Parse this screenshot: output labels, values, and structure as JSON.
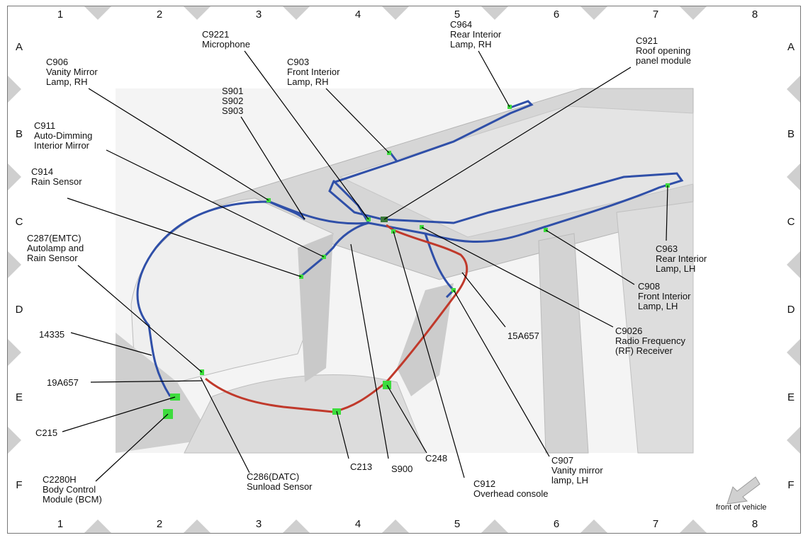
{
  "grid": {
    "columns": [
      "1",
      "2",
      "3",
      "4",
      "5",
      "6",
      "7",
      "8"
    ],
    "rows": [
      "A",
      "B",
      "C",
      "D",
      "E",
      "F"
    ]
  },
  "labels": {
    "c9221": {
      "id": "C9221",
      "desc": "Microphone"
    },
    "c964": {
      "id": "C964",
      "desc1": "Rear Interior",
      "desc2": "Lamp, RH"
    },
    "c921": {
      "id": "C921",
      "desc1": "Roof opening",
      "desc2": "panel module"
    },
    "c906": {
      "id": "C906",
      "desc1": "Vanity Mirror",
      "desc2": "Lamp, RH"
    },
    "c903": {
      "id": "C903",
      "desc1": "Front Interior",
      "desc2": "Lamp, RH"
    },
    "s90x": {
      "l1": "S901",
      "l2": "S902",
      "l3": "S903"
    },
    "c911": {
      "id": "C911",
      "desc1": "Auto-Dimming",
      "desc2": "Interior Mirror"
    },
    "c914": {
      "id": "C914",
      "desc": "Rain Sensor"
    },
    "c287": {
      "id": "C287",
      "suffix": "(EMTC)",
      "desc1": "Autolamp and",
      "desc2": "Rain Sensor"
    },
    "c963": {
      "id": "C963",
      "desc1": "Rear Interior",
      "desc2": "Lamp, LH"
    },
    "c908": {
      "id": "C908",
      "desc1": "Front Interior",
      "desc2": "Lamp, LH"
    },
    "p14335": {
      "id": "14335"
    },
    "p15a657": {
      "id": "15A657"
    },
    "c9026": {
      "id": "C9026",
      "desc1": "Radio Frequency",
      "desc2": "(RF) Receiver"
    },
    "p19a657": {
      "id": "19A657"
    },
    "c215": {
      "id": "C215"
    },
    "c2280h": {
      "id": "C2280H",
      "desc1": "Body Control",
      "desc2": "Module (BCM)"
    },
    "c286": {
      "id": "C286",
      "suffix": "(DATC)",
      "desc": "Sunload Sensor"
    },
    "c213": {
      "id": "C213"
    },
    "s900": {
      "id": "S900"
    },
    "c248": {
      "id": "C248"
    },
    "c912": {
      "id": "C912",
      "desc": "Overhead console"
    },
    "c907": {
      "id": "C907",
      "desc1": "Vanity mirror",
      "desc2": "lamp, LH"
    }
  },
  "front_of_vehicle": "front of vehicle",
  "colors": {
    "harness_blue": "#2f4fa8",
    "harness_red": "#c0392b",
    "connector_green": "#3ddc3d",
    "body_gray": "#d8d8d8",
    "margin_triangle": "#cfcfcf"
  }
}
